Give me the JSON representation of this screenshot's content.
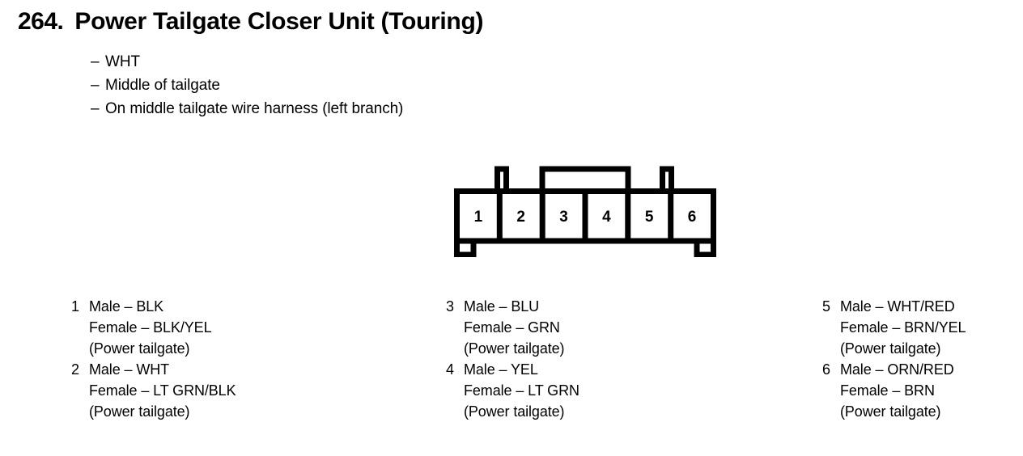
{
  "header": {
    "number": "264.",
    "title": "Power Tailgate Closer Unit (Touring)"
  },
  "notes": [
    {
      "dash": "–",
      "text": "WHT"
    },
    {
      "dash": "–",
      "text": "Middle of tailgate"
    },
    {
      "dash": "–",
      "text": "On middle tailgate wire harness (left branch)"
    }
  ],
  "connector": {
    "cavities": [
      "1",
      "2",
      "3",
      "4",
      "5",
      "6"
    ],
    "outline_color": "#000000"
  },
  "pin_columns": [
    {
      "entries": [
        {
          "number": "1",
          "male": "Male – BLK",
          "female": "Female – BLK/YEL",
          "circuit": "(Power tailgate)"
        },
        {
          "number": "2",
          "male": "Male – WHT",
          "female": "Female – LT GRN/BLK",
          "circuit": "(Power tailgate)"
        }
      ]
    },
    {
      "entries": [
        {
          "number": "3",
          "male": "Male – BLU",
          "female": "Female – GRN",
          "circuit": "(Power tailgate)"
        },
        {
          "number": "4",
          "male": "Male – YEL",
          "female": "Female – LT GRN",
          "circuit": "(Power tailgate)"
        }
      ]
    },
    {
      "entries": [
        {
          "number": "5",
          "male": "Male – WHT/RED",
          "female": "Female – BRN/YEL",
          "circuit": "(Power tailgate)"
        },
        {
          "number": "6",
          "male": "Male – ORN/RED",
          "female": "Female – BRN",
          "circuit": "(Power tailgate)"
        }
      ]
    }
  ]
}
